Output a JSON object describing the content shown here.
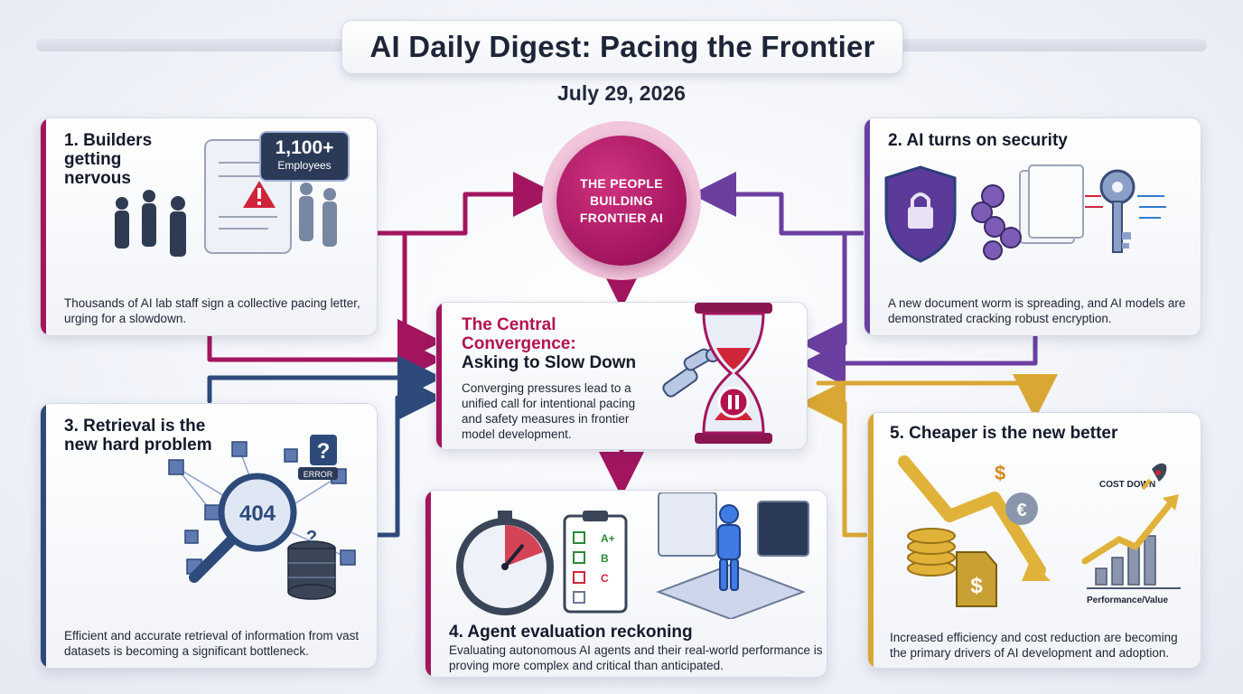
{
  "header": {
    "title": "AI Daily Digest: Pacing the Frontier",
    "date": "July 29, 2026"
  },
  "hub": {
    "label": "THE PEOPLE BUILDING FRONTIER AI"
  },
  "center": {
    "title_line1": "The Central",
    "title_line2": "Convergence:",
    "title_line3": "Asking to Slow Down",
    "body": "Converging pressures lead to a unified call for intentional pacing and safety measures in frontier model development."
  },
  "cards": [
    {
      "title": "1. Builders getting nervous",
      "badge_count": "1,100+",
      "badge_label": "Employees",
      "body": "Thousands of AI lab staff sign a collective pacing letter, urging for a slowdown."
    },
    {
      "title": "2. AI turns on security",
      "body": "A new document worm is spreading, and AI models are demonstrated cracking robust encryption."
    },
    {
      "title": "3. Retrieval is the new hard problem",
      "art_error": "ERROR",
      "art_404": "404",
      "body": "Efficient and accurate retrieval of information from vast datasets is becoming a significant bottleneck."
    },
    {
      "title": "4. Agent evaluation reckoning",
      "checklist_labels": [
        "A+",
        "B",
        "C"
      ],
      "body": "Evaluating autonomous AI agents and their real-world performance is proving more complex and critical than anticipated."
    },
    {
      "title": "5. Cheaper is the new better",
      "chart_caption_top": "COST DOWN",
      "chart_caption_bottom": "Performance/Value",
      "body": "Increased efficiency and cost reduction are becoming the primary drivers of AI development and adoption."
    }
  ],
  "colors": {
    "card1": "#a3155f",
    "card2": "#6b3fa0",
    "card3": "#2d4a7a",
    "card4": "#a3155f",
    "card5": "#d9a834",
    "center_title": "#b3124f"
  },
  "icons": [
    "warning-icon",
    "lock-shield-icon",
    "worm-icon",
    "key-icon",
    "magnifier-icon",
    "database-icon",
    "stopwatch-icon",
    "checklist-icon",
    "robot-icon",
    "hourglass-icon",
    "pause-icon",
    "coins-icon",
    "rocket-icon"
  ]
}
